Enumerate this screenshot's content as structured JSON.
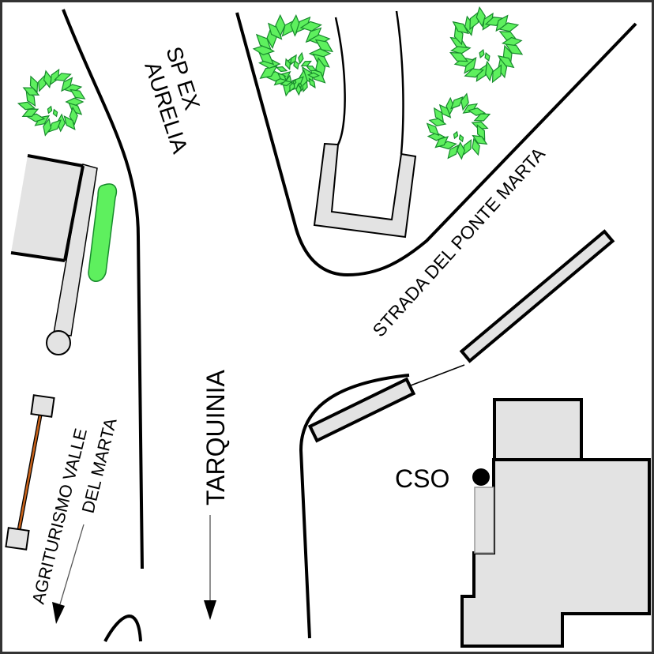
{
  "map": {
    "title": "Site map",
    "colors": {
      "building_fill": "#e3e3e3",
      "tree_fill": "#5ef05e",
      "tree_stroke": "#178a2c",
      "cable": "#c8621a"
    },
    "labels": {
      "road_sp_ex_line1": "SP EX",
      "road_sp_ex_line2": "AURELIA",
      "road_strada": "STRADA DEL PONTE MARTA",
      "direction_tarquinia": "TARQUINIA",
      "agriturismo_line1": "AGRITURISMO  VALLE",
      "agriturismo_line2": "DEL  MARTA",
      "marker_cso": "CSO"
    },
    "icons": {
      "tree": "tree-canopy-icon",
      "marker": "point-marker-icon",
      "arrow": "direction-arrow-icon"
    }
  }
}
